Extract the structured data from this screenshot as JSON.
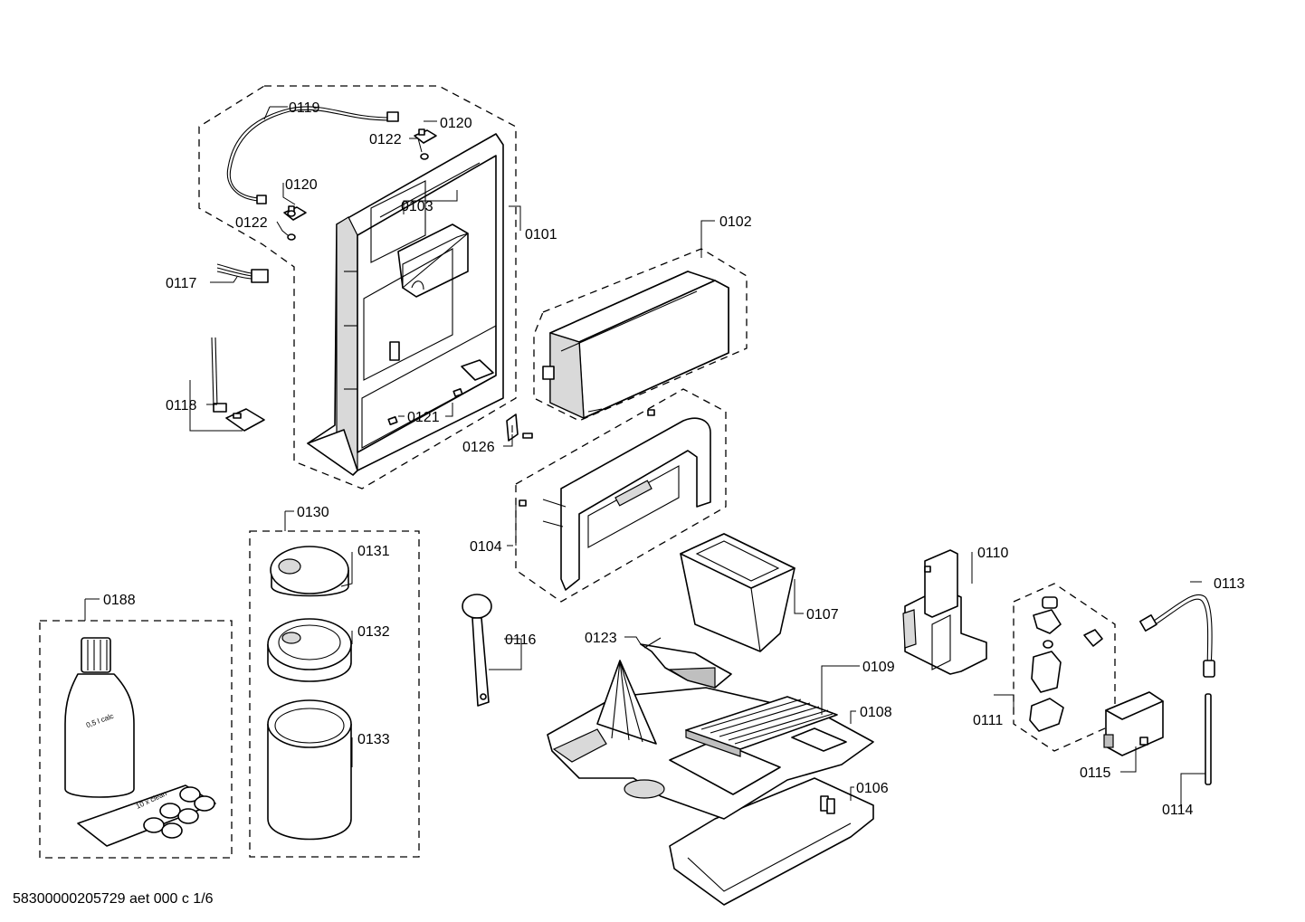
{
  "labels": {
    "p0101": "0101",
    "p0102": "0102",
    "p0103": "0103",
    "p0104": "0104",
    "p0106": "0106",
    "p0107": "0107",
    "p0108": "0108",
    "p0109": "0109",
    "p0110": "0110",
    "p0111": "0111",
    "p0113": "0113",
    "p0114": "0114",
    "p0115": "0115",
    "p0116": "0116",
    "p0117": "0117",
    "p0118": "0118",
    "p0119": "0119",
    "p0120a": "0120",
    "p0120b": "0120",
    "p0121": "0121",
    "p0122a": "0122",
    "p0122b": "0122",
    "p0123": "0123",
    "p0126": "0126",
    "p0130": "0130",
    "p0131": "0131",
    "p0132": "0132",
    "p0133": "0133",
    "p0188": "0188"
  },
  "bottle_label": "0,5 l calc",
  "tablet_label": "10 x clean",
  "footer": "58300000205729 aet 000 c 1/6"
}
